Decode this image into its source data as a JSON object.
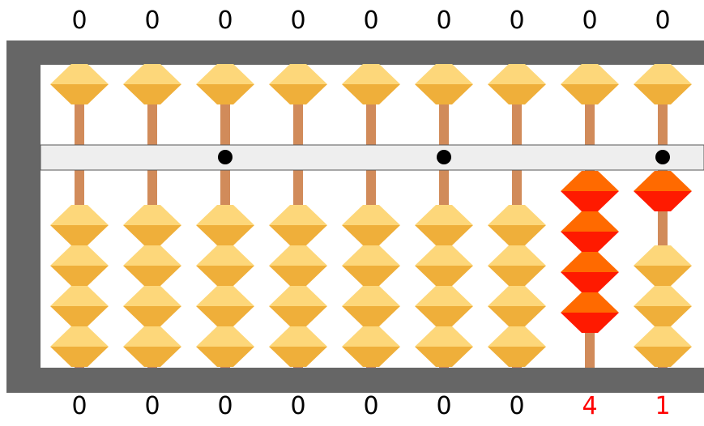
{
  "top_digits": [
    "0",
    "0",
    "0",
    "0",
    "0",
    "0",
    "0",
    "0",
    "0"
  ],
  "bottom_digits": [
    "0",
    "0",
    "0",
    "0",
    "0",
    "0",
    "0",
    "4",
    "1"
  ],
  "earth_beads_raised": [
    0,
    0,
    0,
    0,
    0,
    0,
    0,
    4,
    1
  ],
  "heaven_beads_lowered": [
    0,
    0,
    0,
    0,
    0,
    0,
    0,
    0,
    0
  ],
  "unit_dot_rods": [
    2,
    5,
    8
  ],
  "colors": {
    "frame": "#666666",
    "beam": "#eeeeee",
    "rod": "#d18b5a",
    "bead_light": "#fdd77a",
    "bead_dark": "#efaf3a",
    "active_bead_light": "#ff6a00",
    "active_bead_dark": "#ff1a00",
    "digit_default": "#000000",
    "digit_active": "#ff0000",
    "dot": "#000000"
  }
}
